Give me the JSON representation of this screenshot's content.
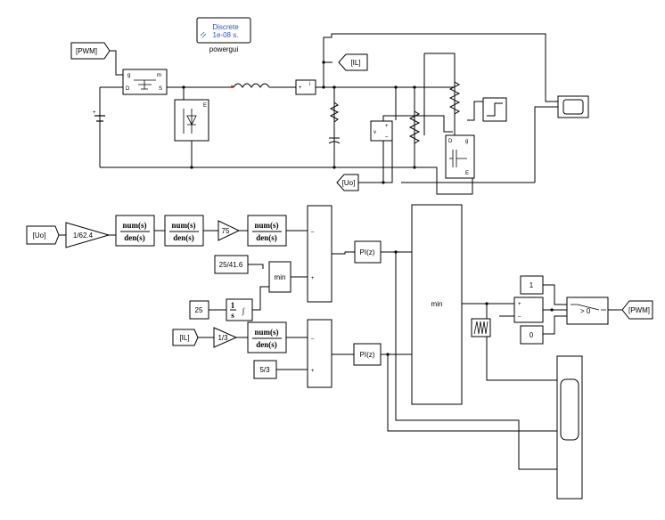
{
  "powergui": {
    "mode": "Discrete",
    "sample_time": "1e-08 s.",
    "label": "powergui"
  },
  "tags": {
    "pwm": "[PWM]",
    "il": "[IL]",
    "uo": "[Uo]"
  },
  "gains": {
    "g1": "1/62.4",
    "g2": "75",
    "g3": "1/3"
  },
  "constants": {
    "c1": "25/41.6",
    "c2": "25",
    "c3": "5/3",
    "c4": "1",
    "c5": "0"
  },
  "tf": {
    "num": "num(s)",
    "den": "den(s)"
  },
  "minmax": {
    "min_small": "min",
    "min_large": "min"
  },
  "pi": {
    "label": "PI(z)"
  },
  "switch": {
    "threshold": "> 0"
  },
  "integrator": {
    "num": "1",
    "den": "s"
  },
  "signs": {
    "plus": "+",
    "minus": "–"
  },
  "ports": {
    "g": "g",
    "m": "m",
    "D": "D",
    "S": "S",
    "E": "E",
    "v": "v",
    "i": "i"
  }
}
